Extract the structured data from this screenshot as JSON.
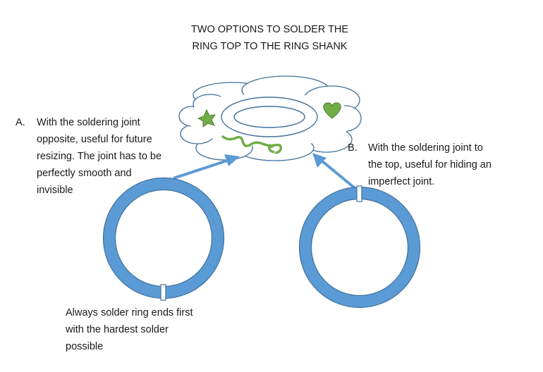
{
  "title": {
    "lines": [
      "TWO OPTIONS TO SOLDER THE",
      "RING TOP TO THE RING SHANK"
    ]
  },
  "option_a": {
    "letter": "A.",
    "lines": [
      "With the soldering joint",
      "opposite, useful for future",
      "resizing. The joint has to be",
      "perfectly smooth and",
      "invisible"
    ]
  },
  "option_b": {
    "letter": "B.",
    "lines": [
      "With the soldering joint to",
      "the top, useful for hiding an",
      "imperfect joint."
    ]
  },
  "note": {
    "lines": [
      "Always solder ring ends first",
      "with the hardest solder",
      "possible"
    ]
  },
  "colors": {
    "ring_fill": "#5b9bd5",
    "ring_stroke": "#41719c",
    "cloud_stroke": "#41719c",
    "ornament_green": "#70ad47",
    "arrow": "#5b9bd5"
  }
}
